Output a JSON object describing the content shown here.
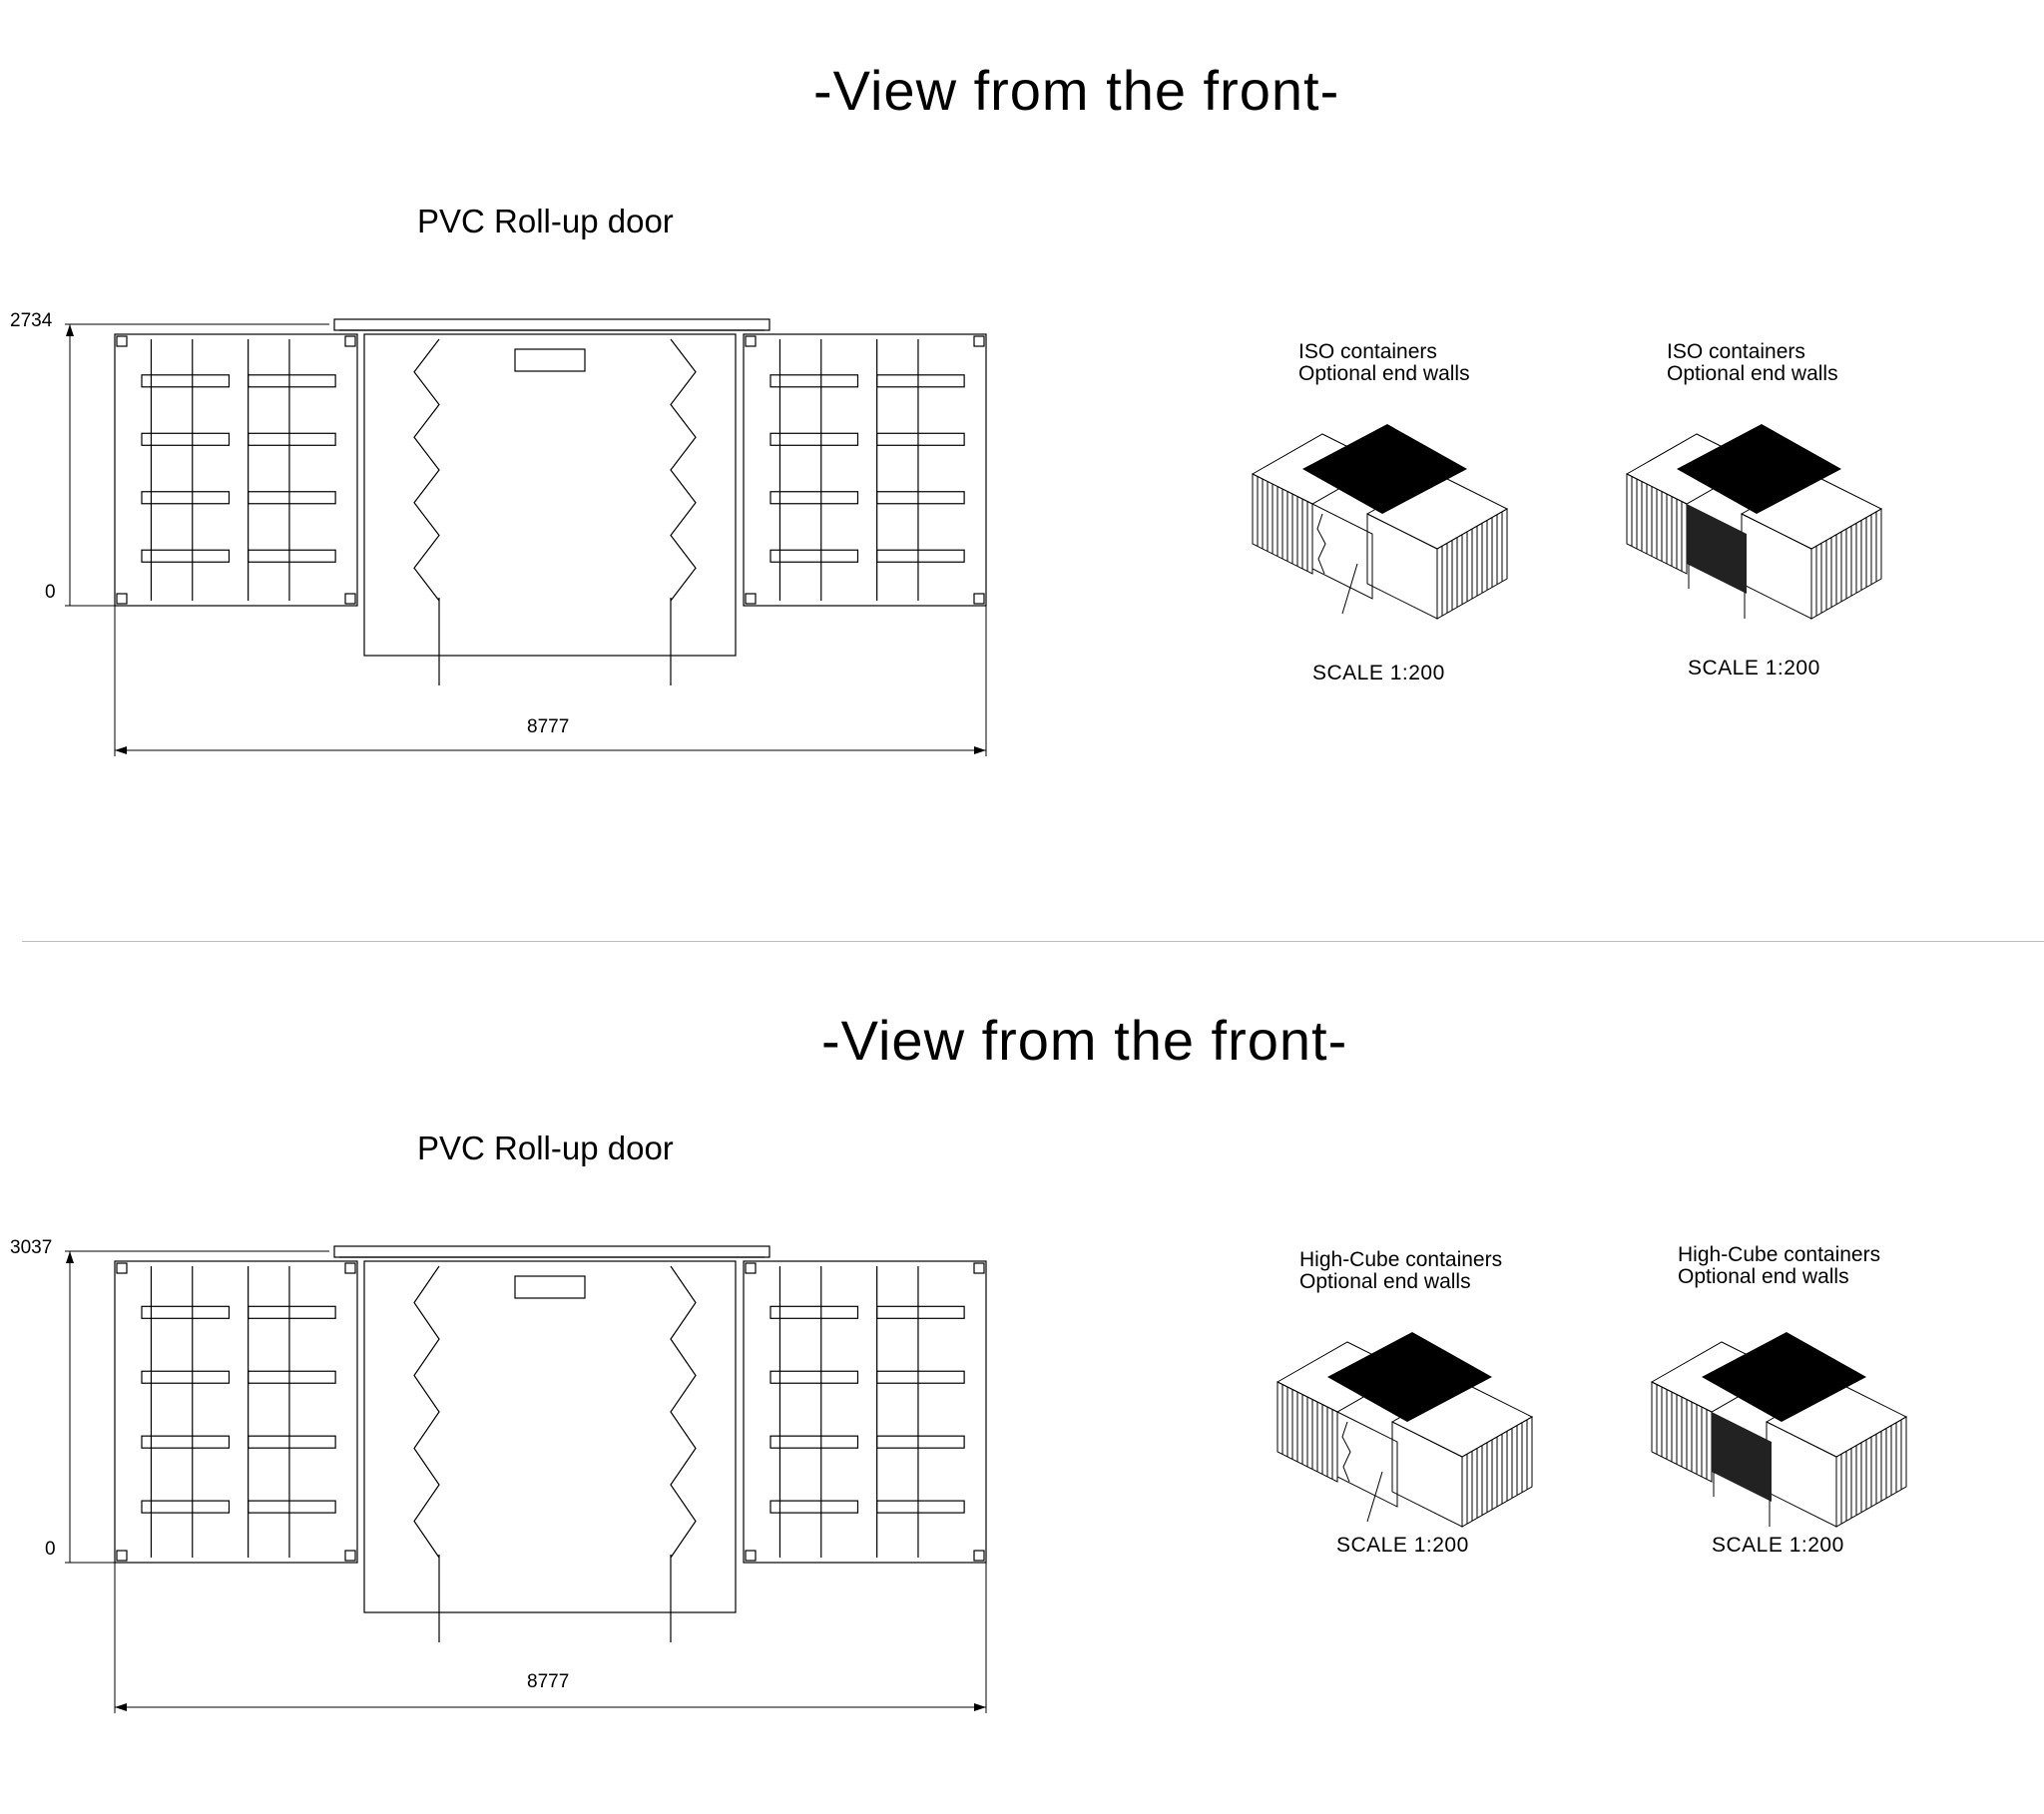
{
  "sections": [
    {
      "title": "-View from the front-",
      "door_label": "PVC Roll-up door",
      "height_label": "2734",
      "zero_label": "0",
      "width_label": "8777",
      "iso_views": [
        {
          "line1": "ISO containers",
          "line2": "Optional end walls",
          "scale": "SCALE  1:200"
        },
        {
          "line1": "ISO containers",
          "line2": "Optional end walls",
          "scale": "SCALE  1:200"
        }
      ]
    },
    {
      "title": "-View from the front-",
      "door_label": "PVC Roll-up door",
      "height_label": "3037",
      "zero_label": "0",
      "width_label": "8777",
      "iso_views": [
        {
          "line1": "High-Cube containers",
          "line2": "Optional end walls",
          "scale": "SCALE  1:200"
        },
        {
          "line1": "High-Cube containers",
          "line2": "Optional end walls",
          "scale": "SCALE  1:200"
        }
      ]
    }
  ]
}
